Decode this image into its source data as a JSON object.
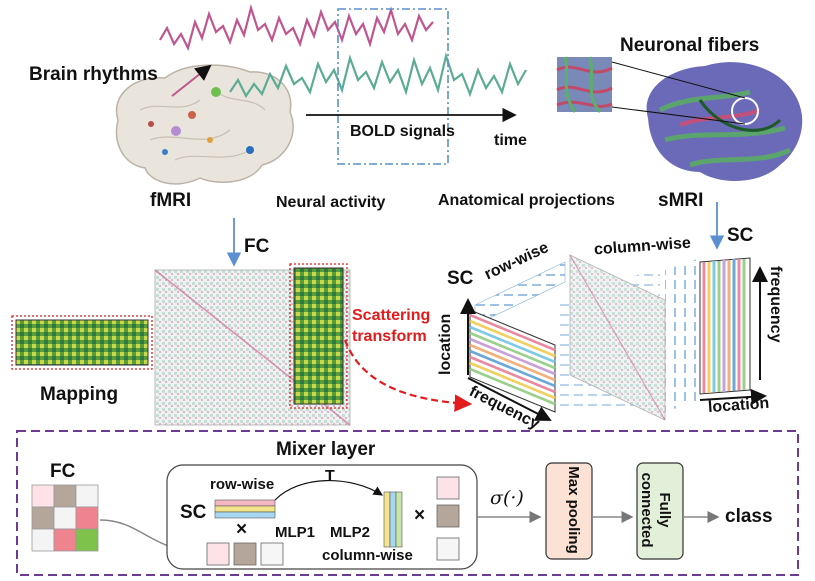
{
  "top": {
    "brain_rhythms": "Brain rhythms",
    "bold_signals": "BOLD signals",
    "time": "time",
    "neuronal_fibers": "Neuronal fibers",
    "fmri": "fMRI",
    "neural_activity": "Neural activity",
    "anatomical_projections": "Anatomical projections",
    "smri": "sMRI"
  },
  "middle": {
    "fc": "FC",
    "mapping": "Mapping",
    "scattering_line1": "Scattering",
    "scattering_line2": "transform",
    "sc_left": "SC",
    "row_wise": "row-wise",
    "column_wise": "column-wise",
    "sc_right": "SC",
    "location_left": "location",
    "frequency_left": "frequency",
    "frequency_right": "frequency",
    "location_right": "location"
  },
  "bottom": {
    "mixer_layer": "Mixer layer",
    "fc": "FC",
    "row_wise": "row-wise",
    "t": "T",
    "sc": "SC",
    "times1": "×",
    "times2": "×",
    "mlp1": "MLP1",
    "mlp2": "MLP2",
    "column_wise": "column-wise",
    "sigma": "σ(·)",
    "max_pooling": "Max pooling",
    "fully_connected": "Fully connected",
    "class": "class"
  },
  "colors": {
    "signal_pink": "#c0568f",
    "signal_teal": "#5cab95",
    "arrow_blue": "#5b8fd0",
    "red": "#e31b1b",
    "purple_dash": "#6d3a96",
    "maxpool_fill": "#fbe2d4",
    "fc_fill": "#e2f0d9"
  }
}
